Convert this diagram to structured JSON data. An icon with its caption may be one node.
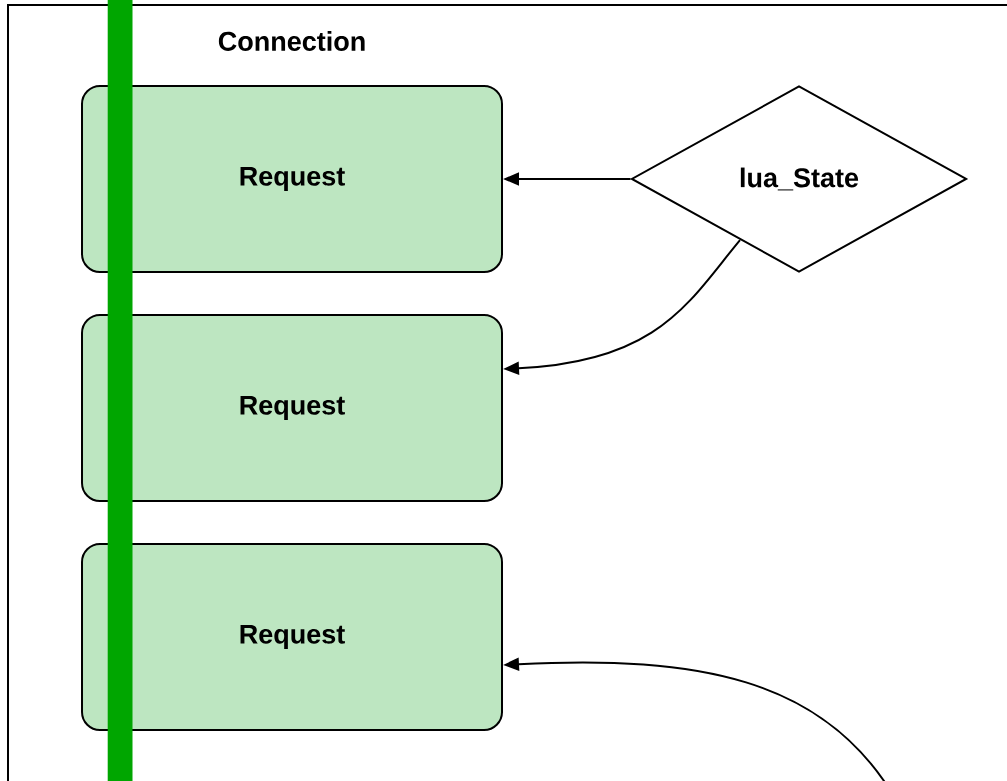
{
  "diagram": {
    "nodes": [
      {
        "text": [
          "Connection"
        ]
      },
      {
        "text": [
          "Request"
        ],
        "in": 0
      },
      {
        "text": [
          "Request"
        ],
        "in": 0
      },
      {
        "text": [
          "Request"
        ],
        "in": 0
      },
      {
        "text": [
          "lua_State"
        ],
        "in": 0
      }
    ],
    "edges": [
      {
        "from": 4,
        "to": 1,
        "arrow": "to"
      },
      {
        "from": 4,
        "to": 2,
        "arrow": "to"
      },
      {
        "from": null,
        "to": 3,
        "arrow": "to"
      }
    ]
  }
}
